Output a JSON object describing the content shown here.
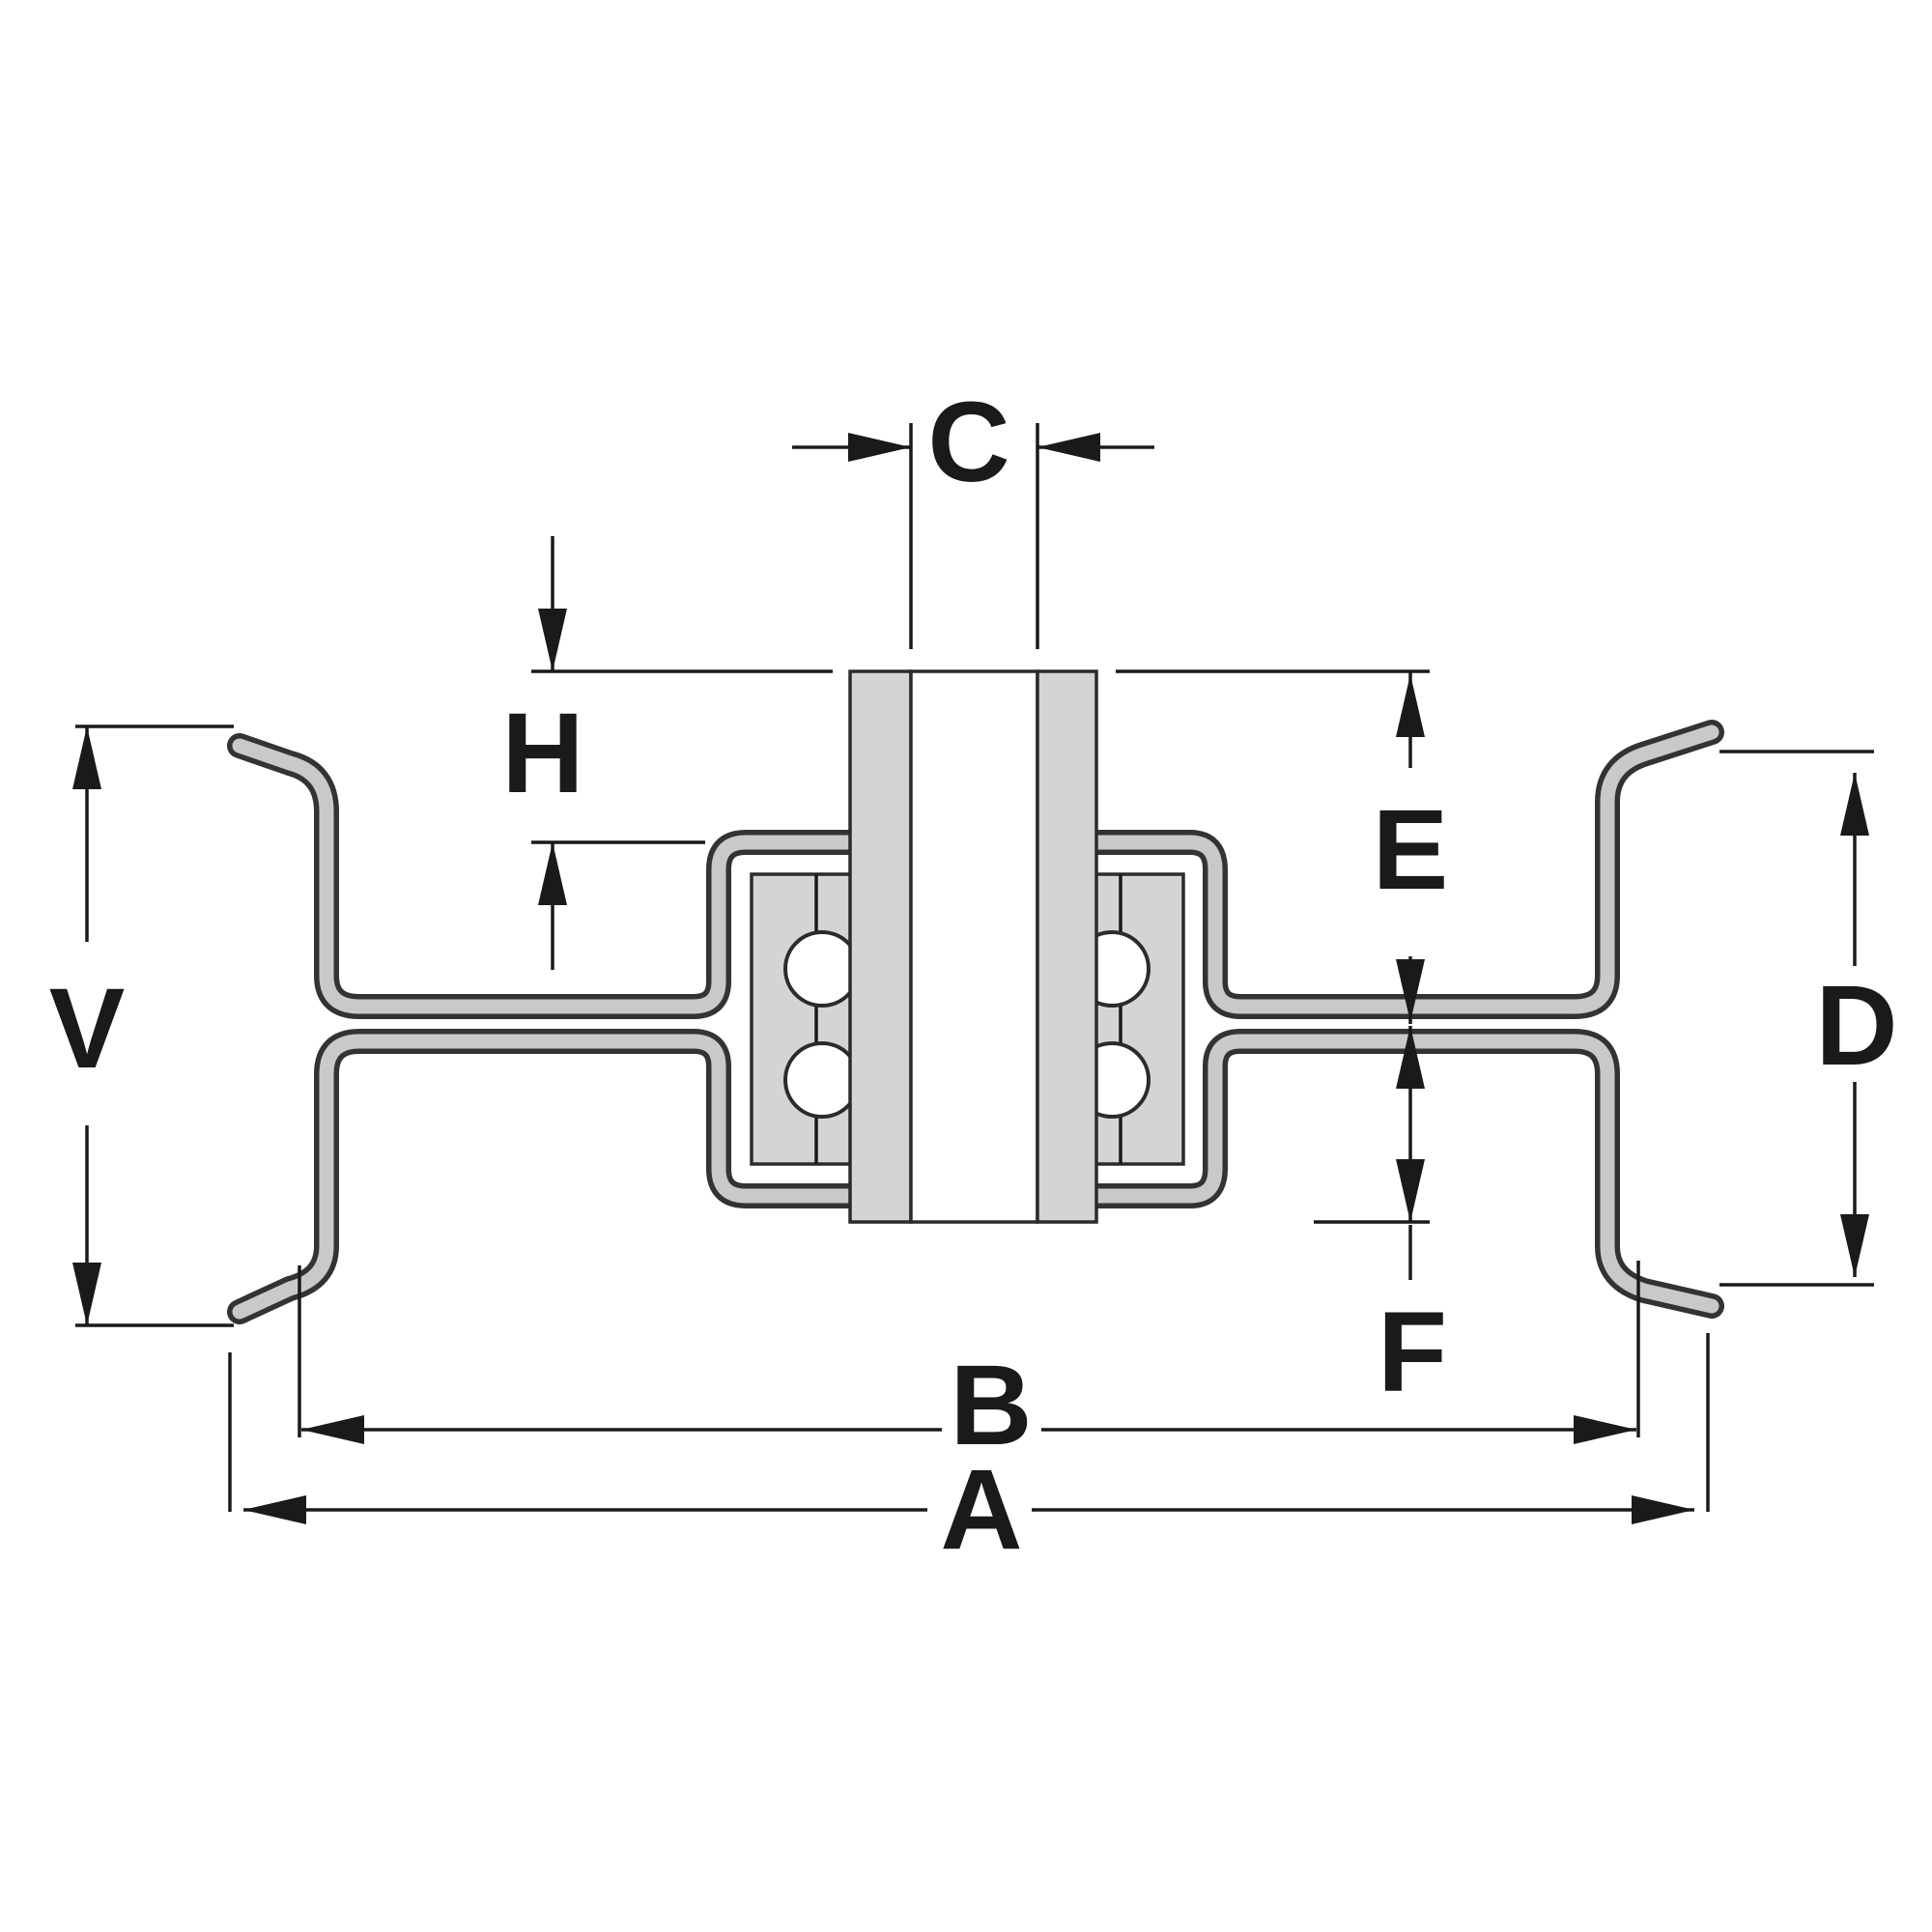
{
  "diagram": {
    "dimension_labels": {
      "a": "A",
      "b": "B",
      "c": "C",
      "d": "D",
      "e": "E",
      "f": "F",
      "h": "H",
      "v": "V"
    },
    "colors": {
      "line": "#1a1a1a",
      "sheet_metal": "#333333",
      "sheet_metal_highlight": "#c9c9c9",
      "bearing_fill": "#d4d4d4",
      "background": "#ffffff"
    }
  }
}
